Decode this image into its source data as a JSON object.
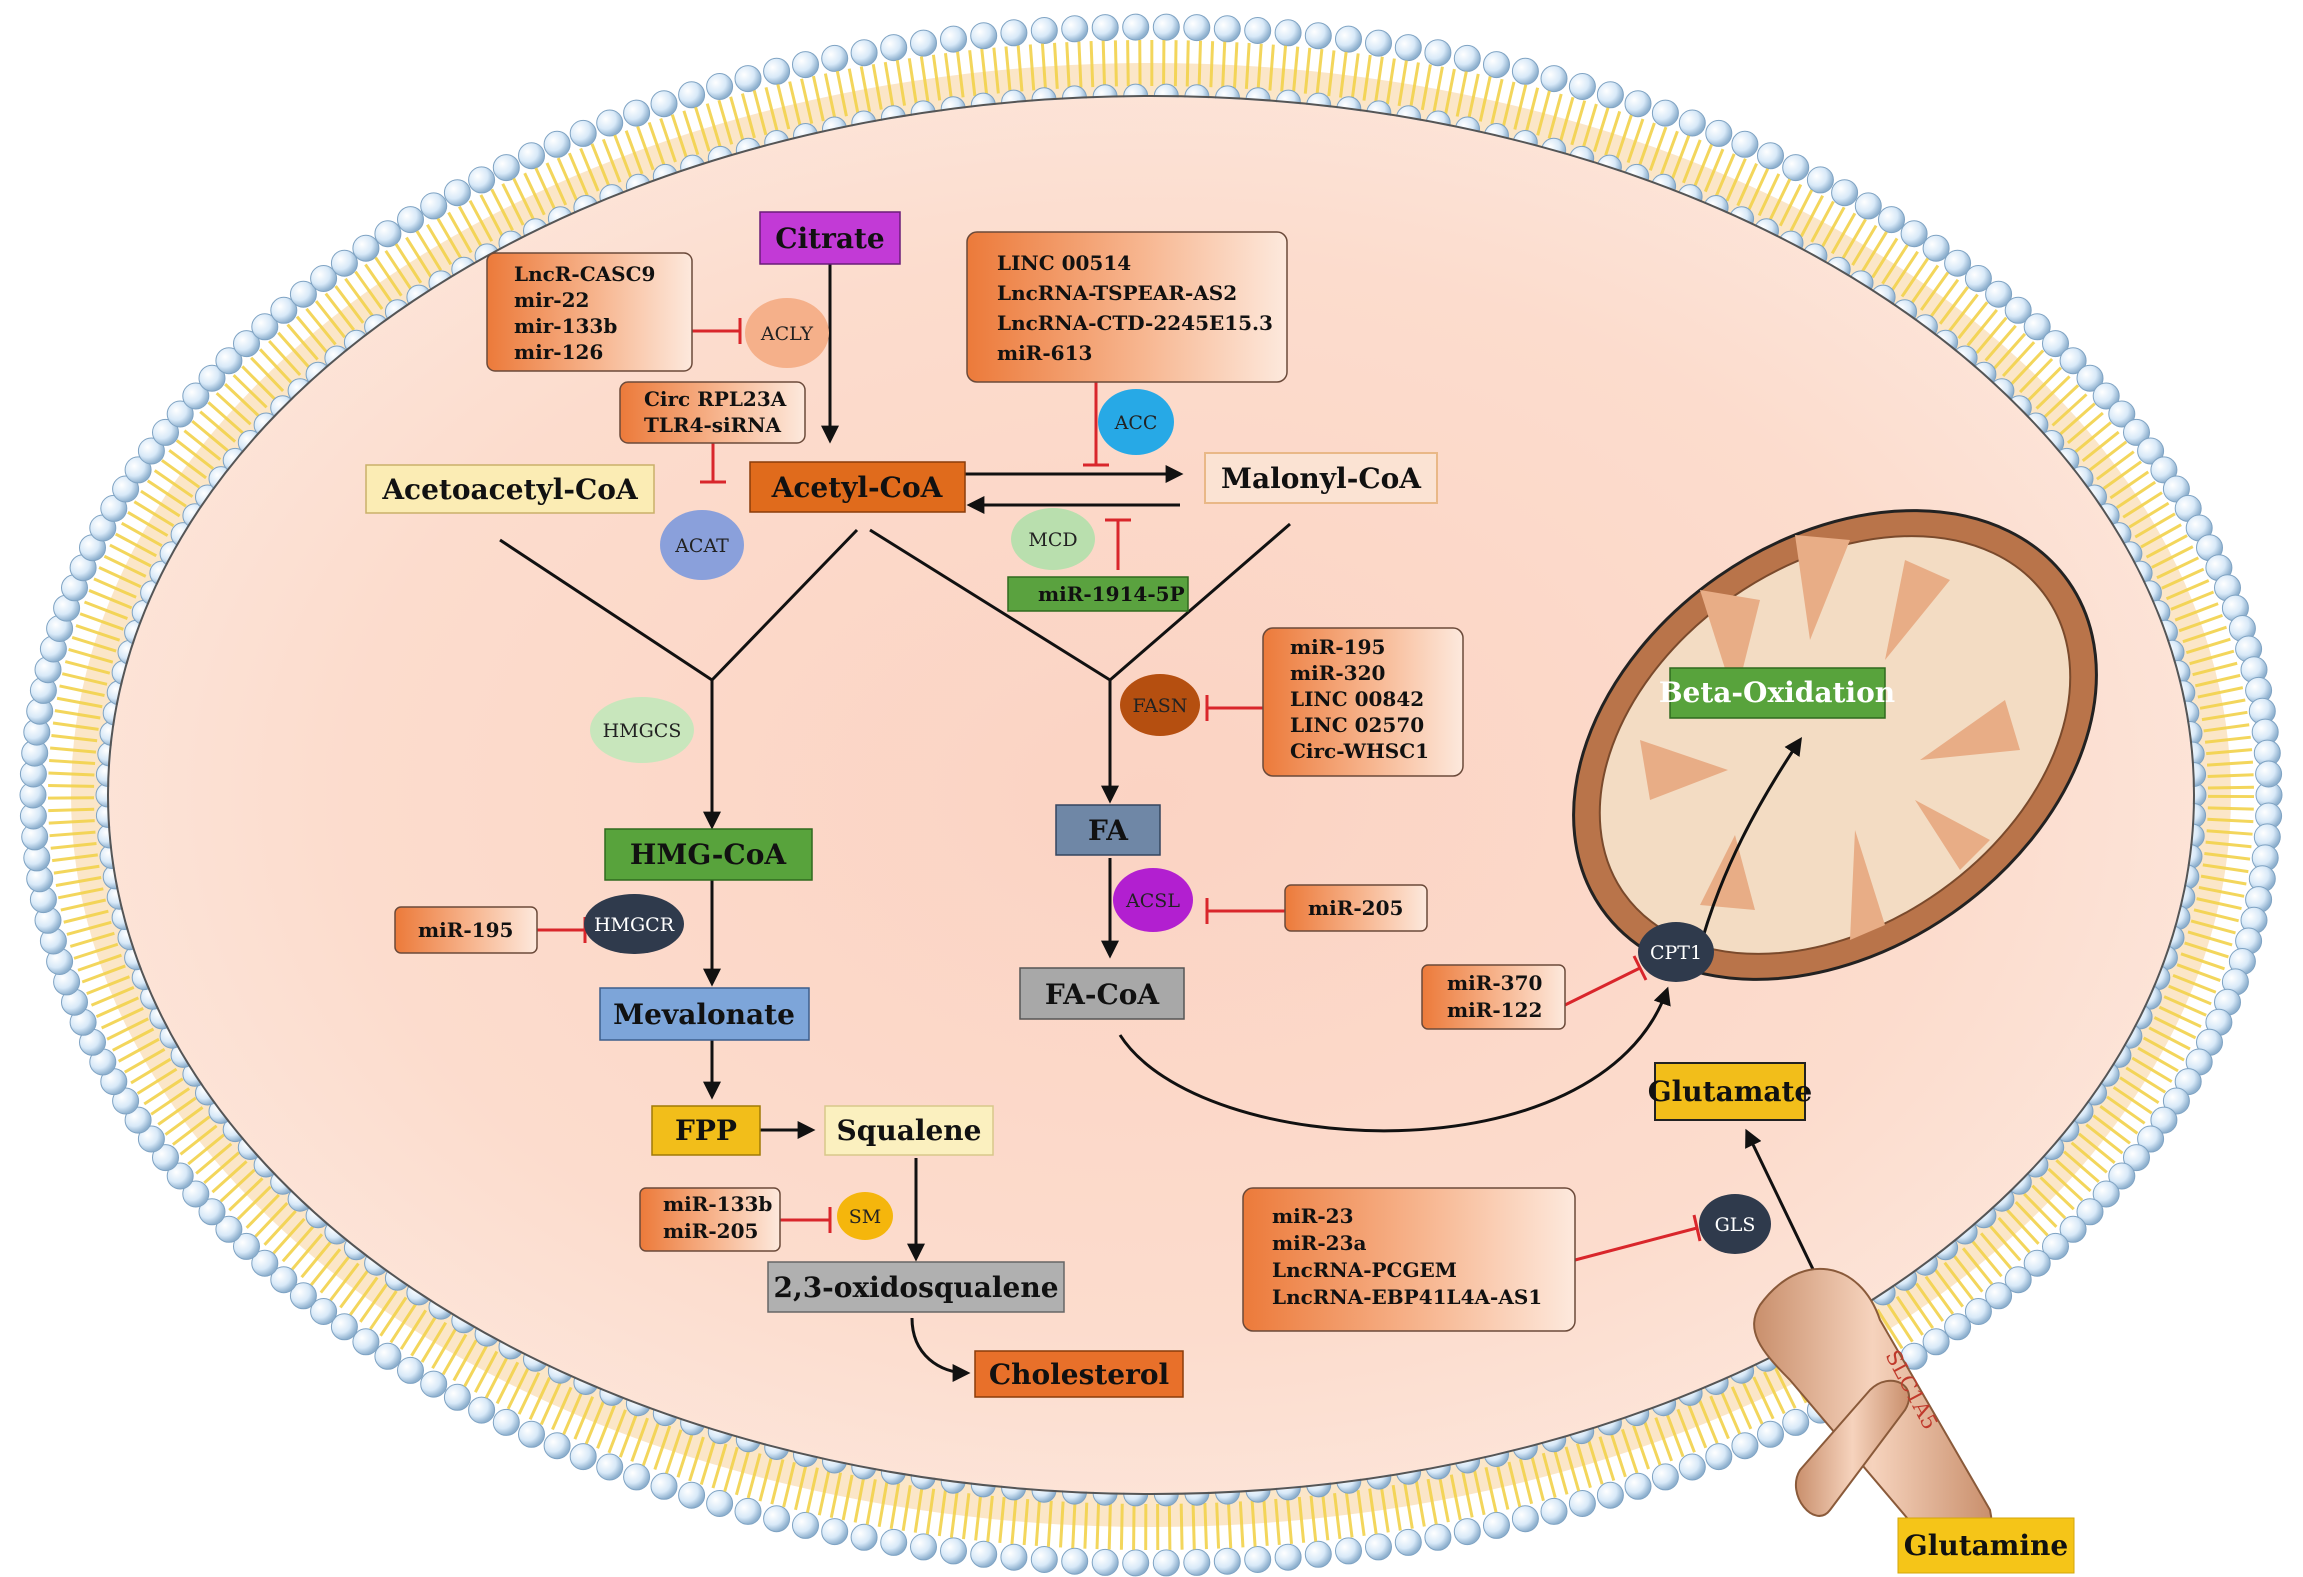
{
  "metabolites": {
    "citrate": "Citrate",
    "acetyl_coa": "Acetyl-CoA",
    "acetoacetyl_coa": "Acetoacetyl-CoA",
    "malonyl_coa": "Malonyl-CoA",
    "hmg_coa": "HMG-CoA",
    "mevalonate": "Mevalonate",
    "fpp": "FPP",
    "squalene": "Squalene",
    "oxidosqualene": "2,3-oxidosqualene",
    "cholesterol": "Cholesterol",
    "fa": "FA",
    "fa_coa": "FA-CoA",
    "beta_oxidation": "Beta-Oxidation",
    "glutamate": "Glutamate",
    "glutamine": "Glutamine"
  },
  "enzymes": {
    "acly": "ACLY",
    "acc": "ACC",
    "acat": "ACAT",
    "mcd": "MCD",
    "hmgcs": "HMGCS",
    "hmgcr": "HMGCR",
    "fasn": "FASN",
    "acsl": "ACSL",
    "sm": "SM",
    "cpt1": "CPT1",
    "gls": "GLS",
    "transporter": "SLC1A5"
  },
  "regulators": {
    "acly_box": [
      "LncR-CASC9",
      "mir-22",
      "mir-133b",
      "mir-126"
    ],
    "acat_box": [
      "Circ RPL23A",
      "TLR4-siRNA"
    ],
    "acc_box": [
      "LINC 00514",
      "LncRNA-TSPEAR-AS2",
      "LncRNA-CTD-2245E15.3",
      "miR-613"
    ],
    "mcd_box": [
      "miR-1914-5P"
    ],
    "fasn_box": [
      "miR-195",
      "miR-320",
      "LINC 00842",
      "LINC 02570",
      "Circ-WHSC1"
    ],
    "hmgcr_box": [
      "miR-195"
    ],
    "acsl_box": [
      "miR-205"
    ],
    "cpt1_box": [
      "miR-370",
      "miR-122"
    ],
    "sm_box": [
      "miR-133b",
      "miR-205"
    ],
    "gls_box": [
      "miR-23",
      "miR-23a",
      "LncRNA-PCGEM",
      "LncRNA-EBP41L4A-AS1"
    ]
  },
  "colors": {
    "cytoplasm": "#fbd9cc",
    "membrane_head": "#d6e8f7",
    "membrane_tail": "#f2d24a",
    "inhibition": "#d9262b",
    "regulator_box": "#f0874a",
    "citrate": "#c23ad6",
    "acetyl_coa": "#e06b1c",
    "hmg_coa": "#58a33c",
    "mevalonate": "#7da5d9",
    "fpp": "#f2be1a",
    "cholesterol": "#e8702a",
    "fa": "#6f87a6",
    "fa_coa": "#a8a8a8",
    "glutamine": "#f5c518",
    "mitochondrion": "#b9744a"
  }
}
